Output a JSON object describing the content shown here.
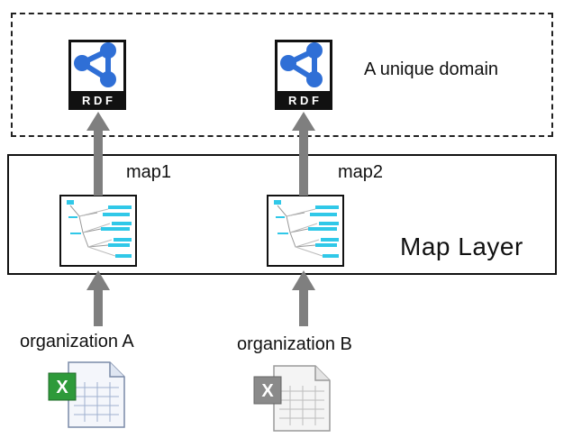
{
  "domain": {
    "label": "A unique domain"
  },
  "map_layer": {
    "label": "Map Layer",
    "maps": [
      {
        "label": "map1"
      },
      {
        "label": "map2"
      }
    ]
  },
  "sources": [
    {
      "label": "organization A",
      "icon": "excel-spreadsheet-icon"
    },
    {
      "label": "organization B",
      "icon": "excel-spreadsheet-gray-icon"
    }
  ],
  "rdf_icon": {
    "text": "R D F",
    "icon": "rdf-graph-icon"
  },
  "colors": {
    "arrow": "#7f7f7f",
    "rdf_blue": "#2f6fd6",
    "map_cyan": "#30c8e8",
    "excel_green": "#2e9a3a",
    "excel_gray": "#8a8a8a"
  }
}
